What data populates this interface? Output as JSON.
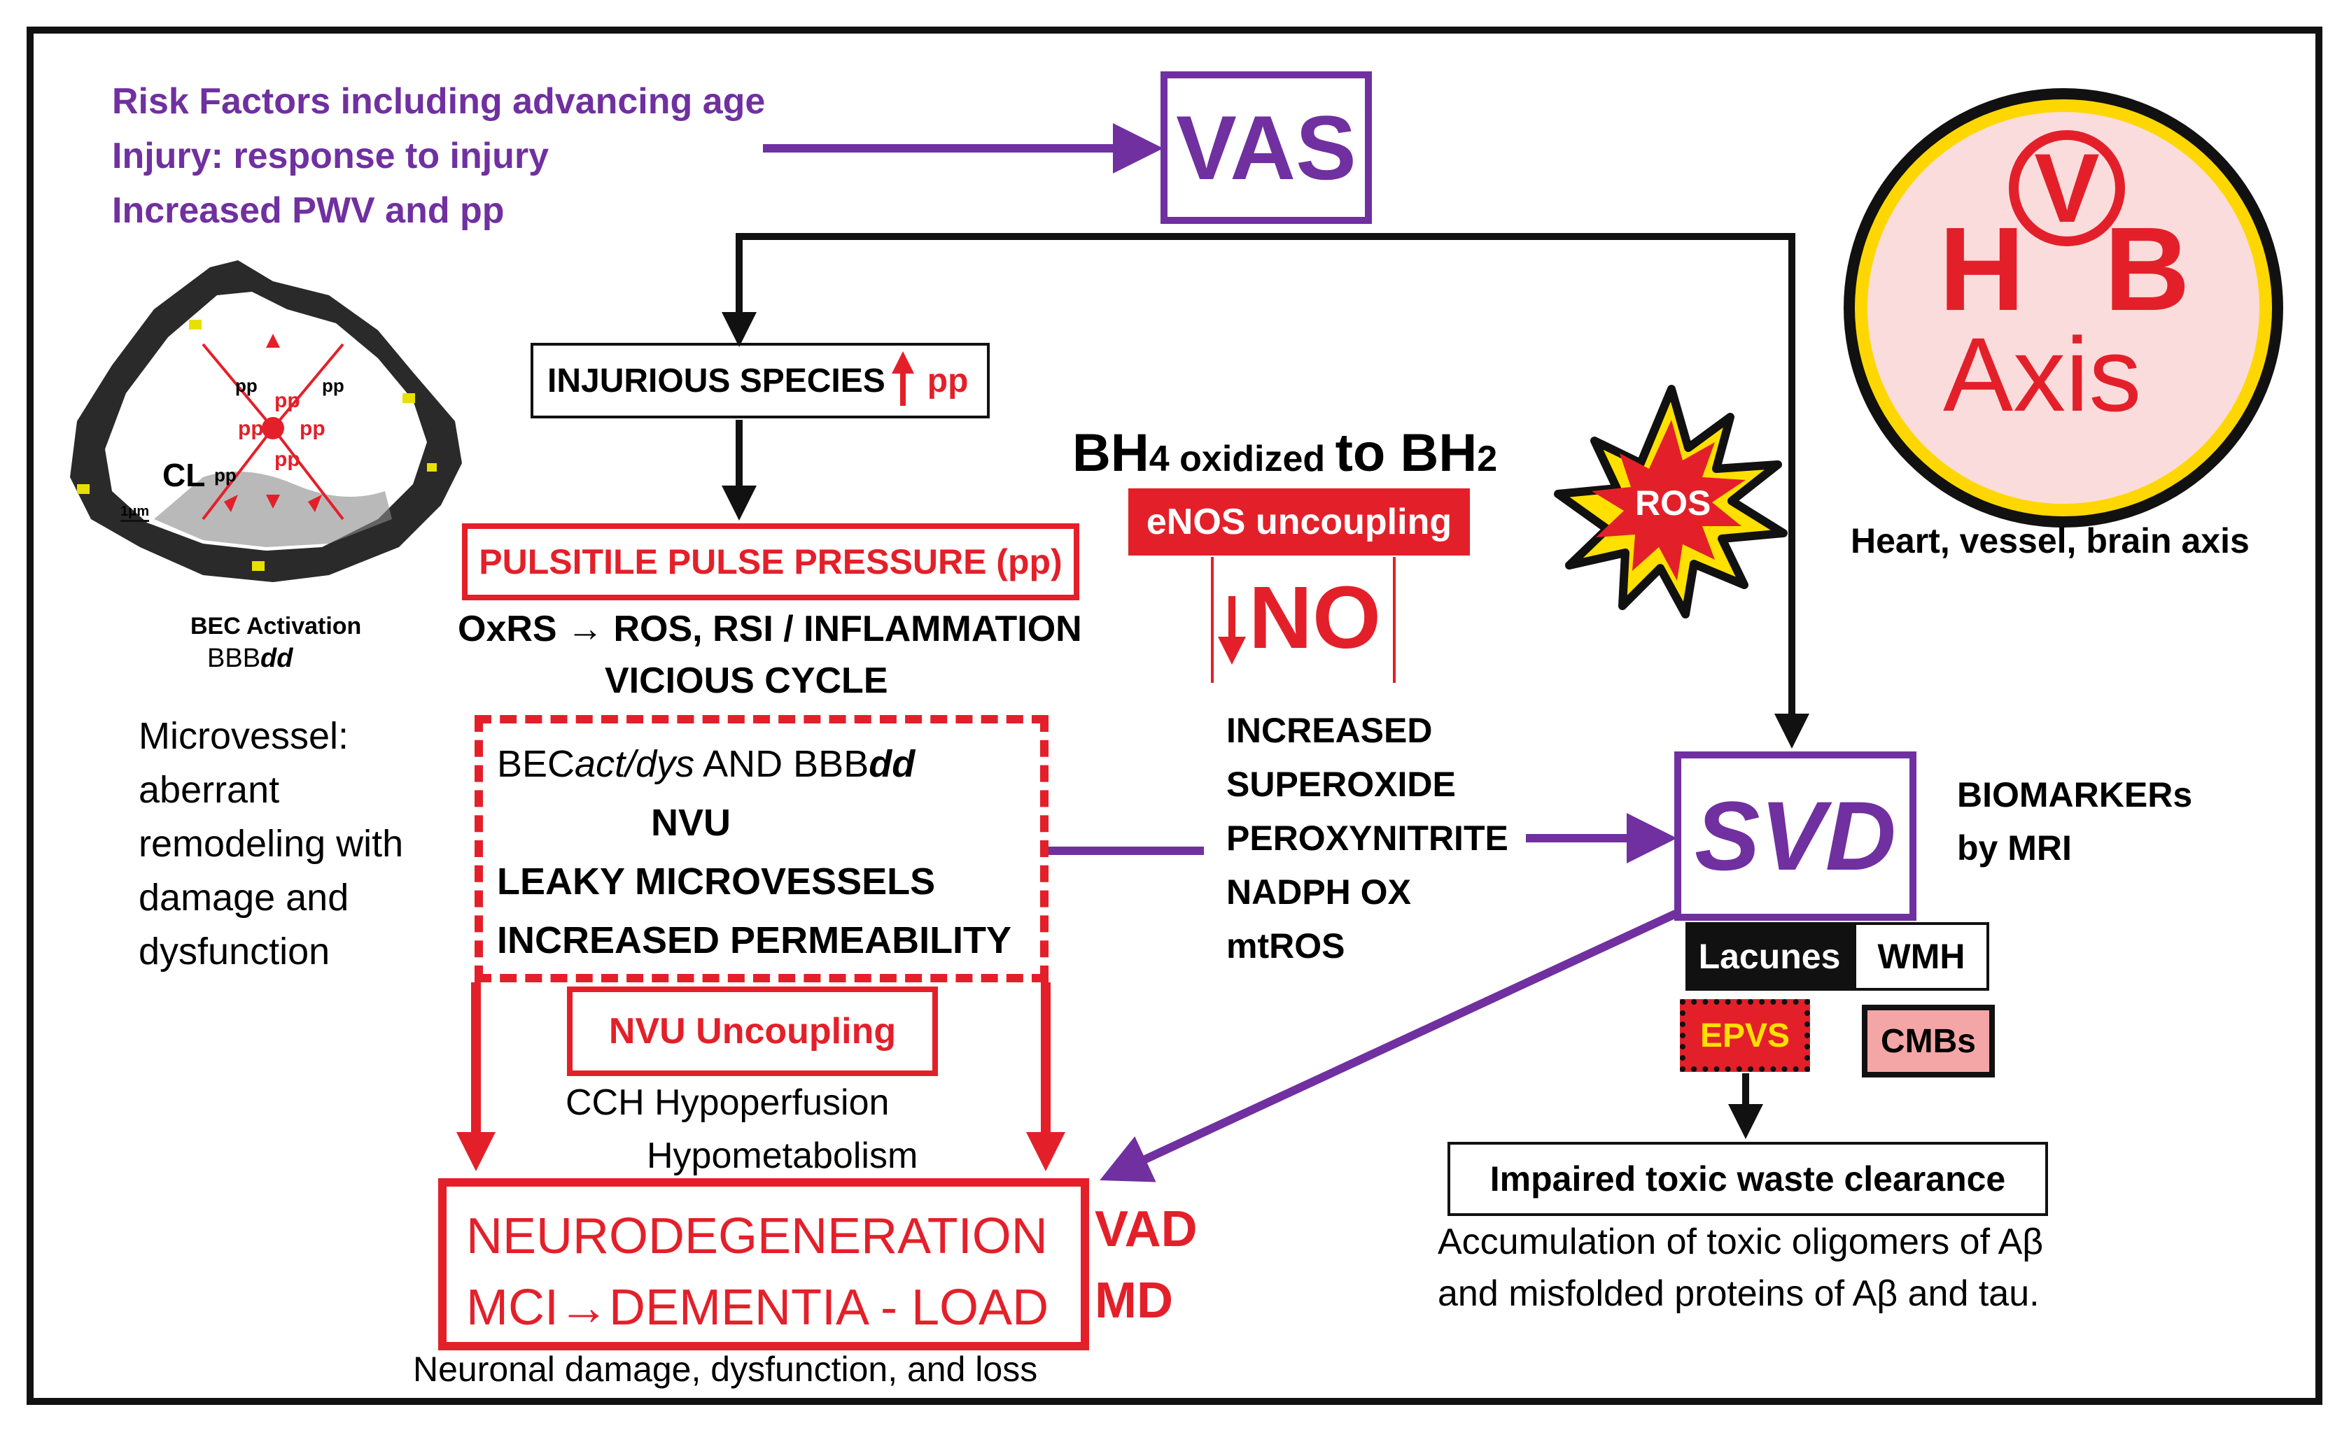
{
  "risk_factors": [
    "Risk Factors including advancing age",
    "Injury: response to injury",
    "Increased PWV and pp"
  ],
  "vas": "VAS",
  "vhb": {
    "v": "V",
    "h": "H",
    "b": "B",
    "axis": "Axis",
    "caption": "Heart, vessel, brain axis"
  },
  "injurious_species": {
    "text": "INJURIOUS SPECIES",
    "pp": "pp"
  },
  "pulsatile": "PULSITILE PULSE PRESSURE (pp)",
  "oxrs": {
    "line1": "OxRS → ROS, RSI / INFLAMMATION",
    "line2": "VICIOUS CYCLE"
  },
  "bec": {
    "prefix": "BEC",
    "italic": "act/dys",
    "middle": " AND BBB",
    "bold_italic": "dd",
    "nvu": "NVU",
    "leaky": "LEAKY MICROVESSELS",
    "permeability": "INCREASED PERMEABILITY"
  },
  "nvu_uncoupling": "NVU Uncoupling",
  "cch": {
    "line1": "CCH Hypoperfusion",
    "line2": "Hypometabolism"
  },
  "neuro": {
    "line1": "NEURODEGENERATION",
    "line2": "MCI→DEMENTIA - LOAD"
  },
  "vad": "VAD",
  "md": "MD",
  "neuronal": "Neuronal damage, dysfunction, and loss",
  "micro_image": {
    "cl": "CL",
    "pp": "pp",
    "pp_red": "pp",
    "scale": "1μm",
    "bec_activation": "BEC Activation",
    "bbb": "BBB",
    "bbb_dd": "dd"
  },
  "microvessel": [
    "Microvessel:",
    "aberrant",
    "remodeling with",
    "damage and",
    "dysfunction"
  ],
  "bh4": {
    "bh": "BH",
    "sub4": "4",
    "oxidized": " oxidized ",
    "to": "to BH",
    "sub2": "2"
  },
  "enos": "eNOS uncoupling",
  "no": "NO",
  "increased_list": [
    "INCREASED",
    "SUPEROXIDE",
    "PEROXYNITRITE",
    "NADPH OX",
    "mtROS"
  ],
  "ros": "ROS",
  "svd": "SVD",
  "biomarkers": [
    "BIOMARKERs",
    "by MRI"
  ],
  "lacunes": "Lacunes",
  "wmh": "WMH",
  "epvs": "EPVS",
  "cmbs": "CMBs",
  "waste": "Impaired toxic waste clearance",
  "accumulation": [
    "Accumulation of toxic oligomers of Aβ",
    "and misfolded proteins of Aβ and tau."
  ],
  "colors": {
    "purple": "#7030a0",
    "red": "#e3202a",
    "black": "#111111",
    "yellow": "#ffd700",
    "pink": "#fbdcdc"
  }
}
